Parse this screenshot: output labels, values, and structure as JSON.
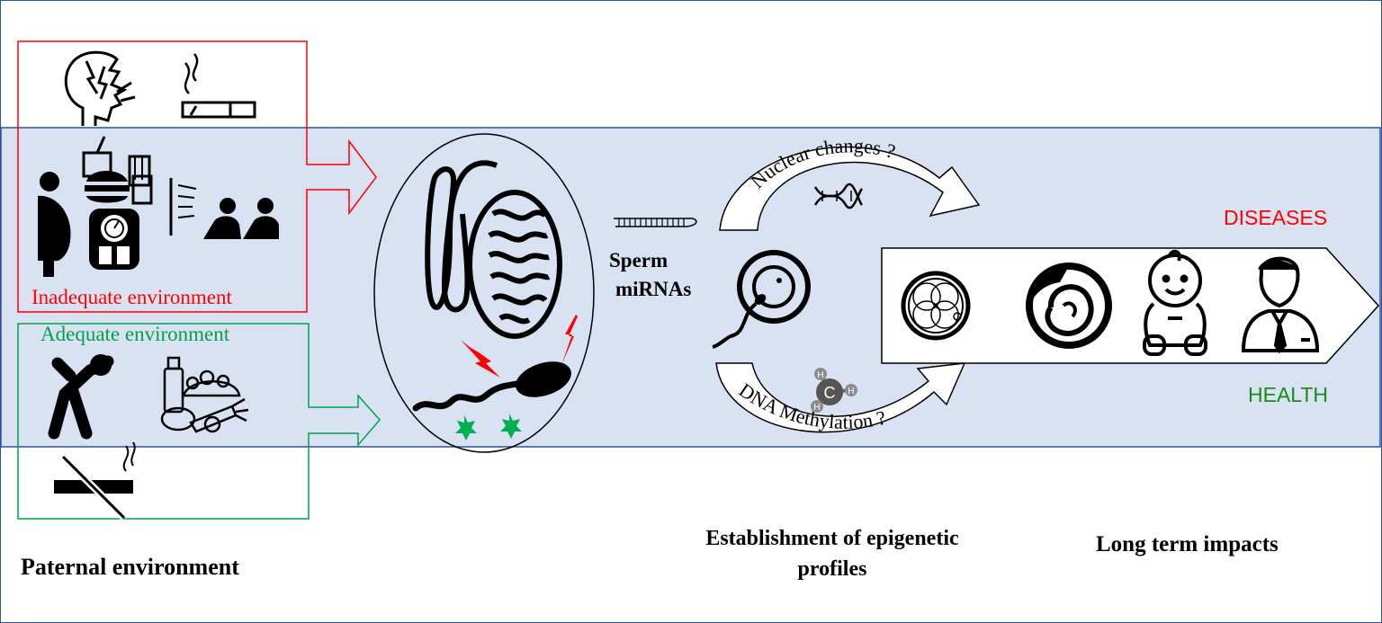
{
  "colors": {
    "band": "#d9e2f3",
    "band_border": "#2f5597",
    "inadequate": "#ff0000",
    "adequate": "#00a14b",
    "diseases": "#ff0000",
    "health": "#1a8a1a"
  },
  "left_panel": {
    "inadequate_label": "Inadequate environment",
    "adequate_label": "Adequate environment",
    "title": "Paternal environment",
    "inadequate_icons": [
      "stress-head-icon",
      "cigarette-icon",
      "obesity-icon",
      "fast-food-icon",
      "weight-scale-icon",
      "screen-exposure-icon"
    ],
    "adequate_icons": [
      "stretching-exercise-icon",
      "healthy-food-icon",
      "no-smoking-icon"
    ]
  },
  "middle": {
    "mirna_label_line1": "Sperm",
    "mirna_label_line2": "miRNAs",
    "nuclear_label": "Nuclear changes ?",
    "methylation_label": "DNA Methylation ?",
    "methyl_atoms": [
      "H",
      "H",
      "H",
      "C"
    ],
    "title_line1": "Establishment of epigenetic",
    "title_line2": "profiles"
  },
  "right_panel": {
    "diseases_label": "DISEASES",
    "health_label": "HEALTH",
    "stages": [
      "embryo-icon",
      "fetus-icon",
      "baby-icon",
      "adult-man-icon"
    ],
    "title": "Long term impacts"
  }
}
